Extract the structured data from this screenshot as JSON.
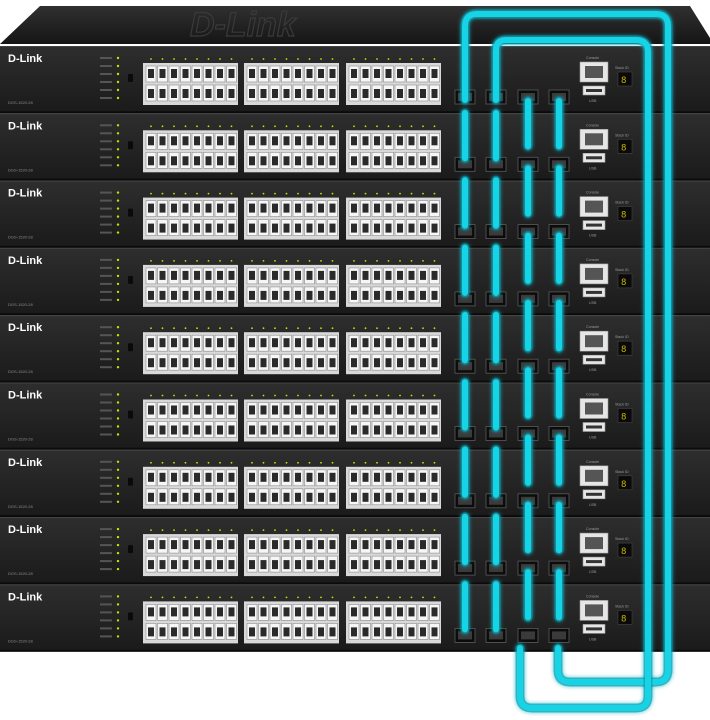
{
  "brand": "D-Link",
  "model": "DGS-1520-28",
  "top_logo": "D-Link",
  "labels": {
    "console": "Console",
    "usb": "USB",
    "stack_id": "Stack ID"
  },
  "stack_count": 9,
  "stack_id_digit": "8",
  "colors": {
    "chassis": "#1f1f1f",
    "panel": "#2b2b2b",
    "port_block": "#f2f2f2",
    "led": "#c8e000",
    "cable": "#19d3e6",
    "cable_glow": "#0e8f9e"
  }
}
